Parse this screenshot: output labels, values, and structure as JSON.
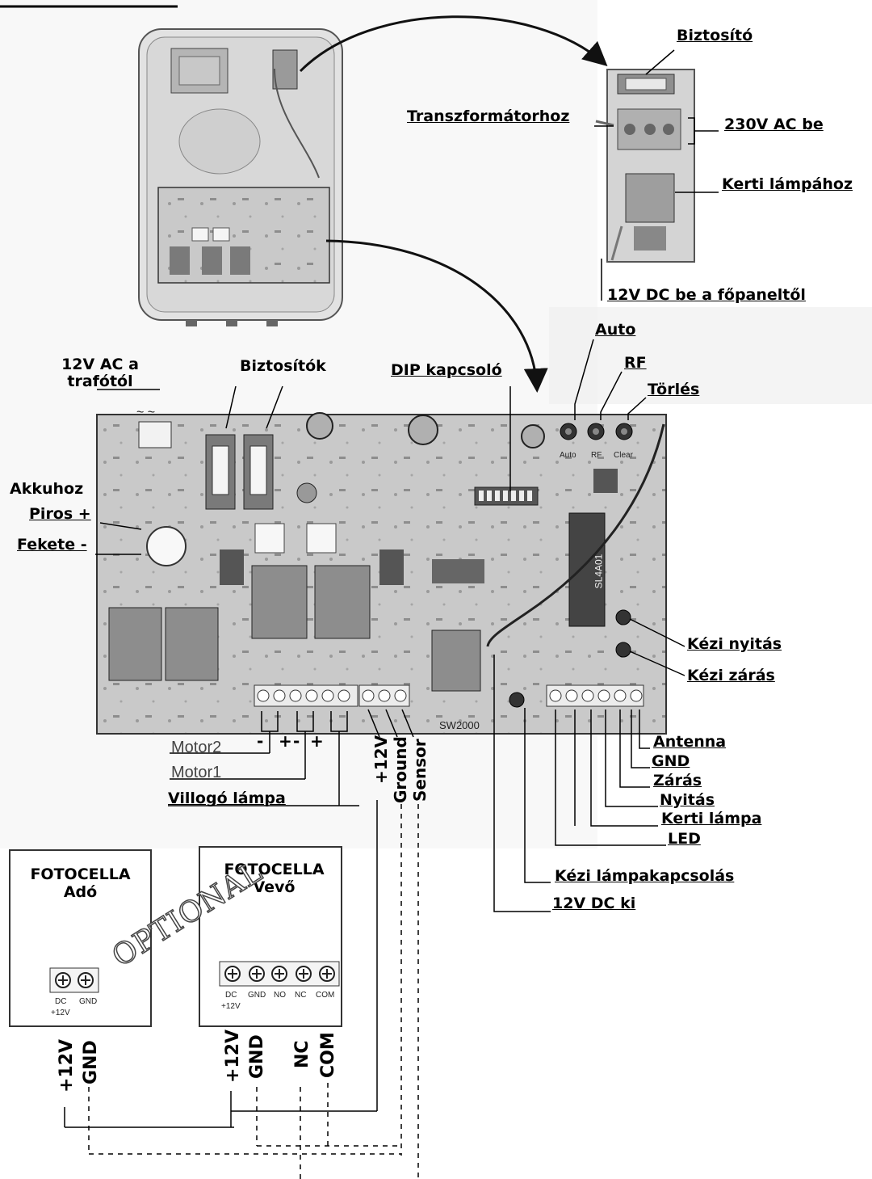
{
  "top_right_module": {
    "fuse": "Biztosító",
    "transformer": "Transzformátorhoz",
    "ac_in": "230V AC be",
    "garden_lamp": "Kerti lámpához",
    "dc_in": "12V DC be a főpaneltől"
  },
  "board_top": {
    "ac_trafo_line1": "12V AC a",
    "ac_trafo_line2": "trafótól",
    "fuses": "Biztosítók",
    "dip": "DIP kapcsoló",
    "auto": "Auto",
    "rf": "RF",
    "clear": "Törlés"
  },
  "board_left": {
    "battery": "Akkuhoz",
    "red": "Piros +",
    "black": "Fekete -"
  },
  "board_right": {
    "manual_open": "Kézi nyitás",
    "manual_close": "Kézi zárás"
  },
  "board_markings": {
    "model": "SW2000",
    "chip": "SL4A01",
    "btn_auto": "Auto",
    "btn_rf": "RF",
    "btn_clear": "Clear",
    "tilde": "~ ~"
  },
  "bottom_left": {
    "motor2": "Motor2",
    "motor1": "Motor1",
    "flash": "Villogó lámpa",
    "minus": "-",
    "plus": "+",
    "v12": "+12V",
    "ground": "Ground",
    "sensor": "Sensor"
  },
  "bottom_right": {
    "antenna": "Antenna",
    "gnd": "GND",
    "close": "Zárás",
    "open": "Nyitás",
    "garden_lamp": "Kerti lámpa",
    "led": "LED",
    "manual_lamp": "Kézi lámpakapcsolás",
    "dc_out": "12V DC ki"
  },
  "photocell_tx": {
    "title_line1": "FOTOCELLA",
    "title_line2": "Adó",
    "t1": "DC",
    "t1b": "+12V",
    "t2": "GND",
    "w1": "+12V",
    "w2": "GND"
  },
  "photocell_rx": {
    "title_line1": "FOTOCELLA",
    "title_line2": "Vevő",
    "t1": "DC",
    "t1b": "+12V",
    "t2": "GND",
    "t3": "NO",
    "t4": "NC",
    "t5": "COM",
    "w1": "+12V",
    "w2": "GND",
    "w3": "NC",
    "w4": "COM"
  },
  "optional": "OPTIONAL"
}
